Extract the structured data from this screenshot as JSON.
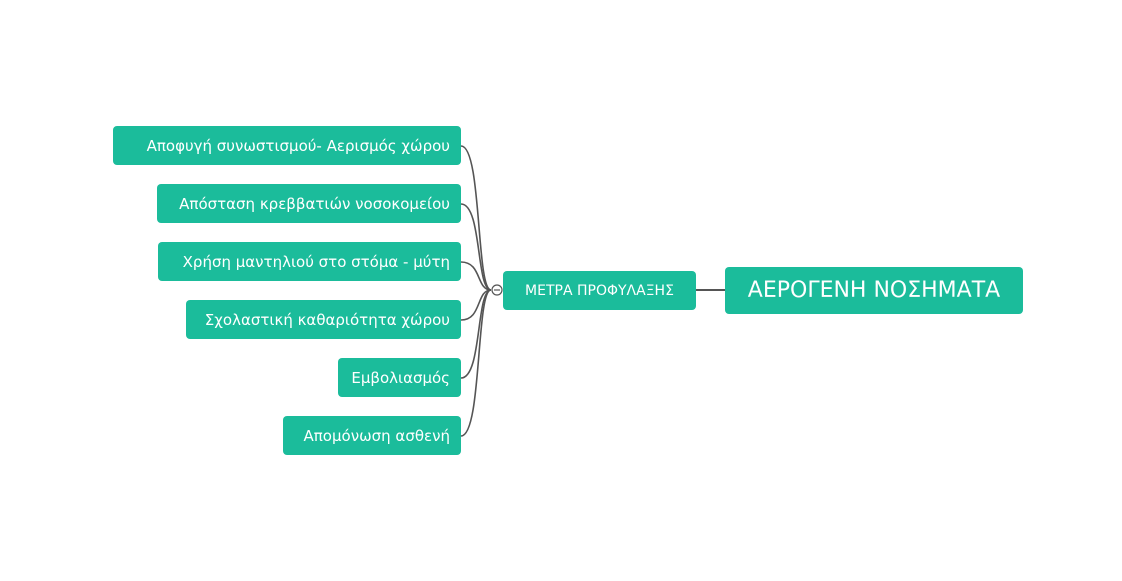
{
  "root": {
    "label": "ΑΕΡΟΓΕΝΗ ΝΟΣΗΜΑΤΑ"
  },
  "branch": {
    "label": "ΜΕΤΡΑ ΠΡΟΦΥΛΑΞΗΣ"
  },
  "children": [
    {
      "label": "Αποφυγή συνωστισμού- Αερισμός χώρου"
    },
    {
      "label": "Απόσταση κρεββατιών νοσοκομείου"
    },
    {
      "label": "Χρήση μαντηλιού στο στόμα - μύτη"
    },
    {
      "label": "Σχολαστική καθαριότητα χώρου"
    },
    {
      "label": "Εμβολιασμός"
    },
    {
      "label": "Απομόνωση ασθενή"
    }
  ],
  "colors": {
    "node": "#1bbc9b",
    "line": "#555555"
  }
}
